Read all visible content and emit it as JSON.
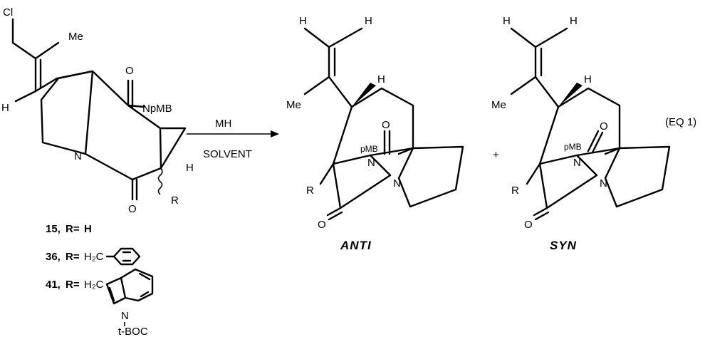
{
  "reactant": {
    "atoms": {
      "cl": "Cl",
      "me": "Me",
      "h_vinyl": "H",
      "o_top": "O",
      "n_pmb": "NpMB",
      "n_ring": "N",
      "h_alpha": "H",
      "r": "R",
      "o_bottom": "O"
    }
  },
  "compounds": [
    {
      "number": "15,",
      "r_label": "R=",
      "r_value": "H"
    },
    {
      "number": "36,",
      "r_label": "R=",
      "r_value": "H₂C"
    },
    {
      "number": "41,",
      "r_label": "R=",
      "r_value": "H₂C",
      "extra": "N",
      "boc": "t-BOC"
    }
  ],
  "reaction": {
    "reagent": "MH",
    "conditions": "SOLVENT",
    "plus": "+",
    "equation_label": "(EQ 1)"
  },
  "products": [
    {
      "name": "ANTI",
      "h1": "H",
      "h2": "H",
      "me": "Me",
      "h_bridge": "H",
      "pmb": "pMB",
      "n1": "N",
      "n2": "N",
      "o1": "O",
      "o2": "O",
      "r": "R"
    },
    {
      "name": "SYN",
      "h1": "H",
      "h2": "H",
      "me": "Me",
      "h_bridge": "H",
      "pmb": "pMB",
      "n1": "N",
      "n2": "N",
      "o1": "O",
      "o2": "O",
      "r": "R"
    }
  ]
}
